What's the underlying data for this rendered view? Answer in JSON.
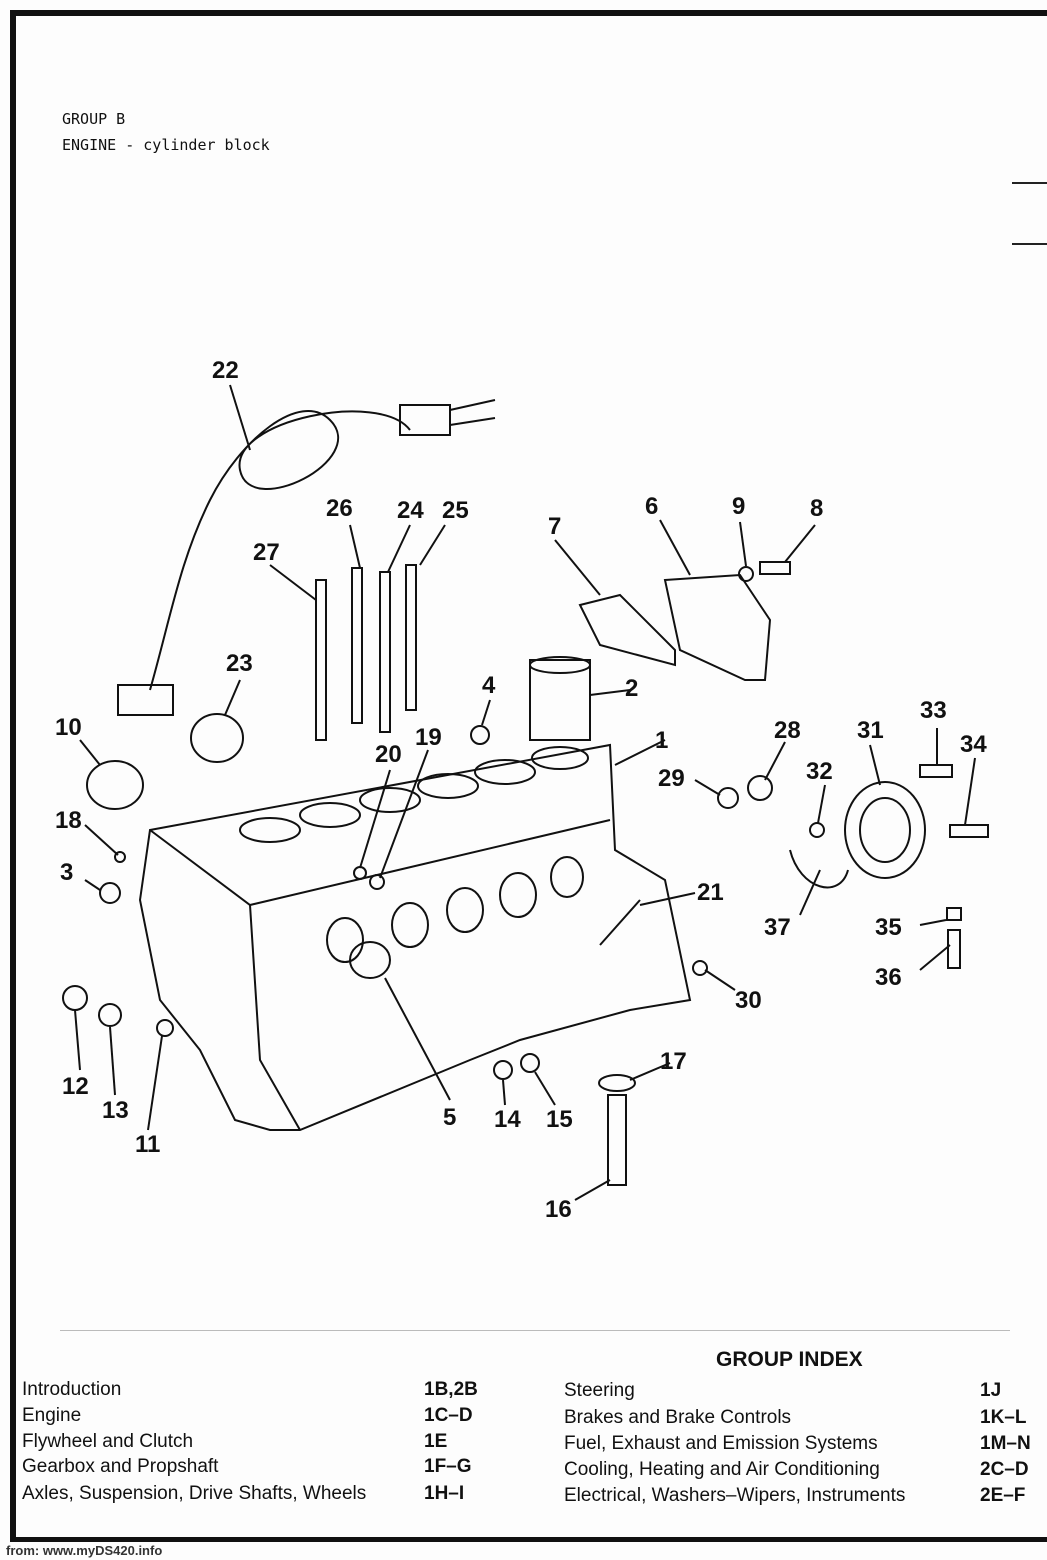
{
  "header": {
    "group": "GROUP B",
    "subtitle": "ENGINE - cylinder block"
  },
  "callouts": [
    "1",
    "2",
    "3",
    "4",
    "5",
    "6",
    "7",
    "8",
    "9",
    "10",
    "11",
    "12",
    "13",
    "14",
    "15",
    "16",
    "17",
    "18",
    "19",
    "20",
    "21",
    "22",
    "23",
    "24",
    "25",
    "26",
    "27",
    "28",
    "29",
    "30",
    "31",
    "32",
    "33",
    "34",
    "35",
    "36",
    "37"
  ],
  "group_index": {
    "title": "GROUP INDEX",
    "left": [
      {
        "label": "Introduction",
        "code": "1B,2B"
      },
      {
        "label": "Engine",
        "code": "1C–D"
      },
      {
        "label": "Flywheel and Clutch",
        "code": "1E"
      },
      {
        "label": "Gearbox and Propshaft",
        "code": "1F–G"
      },
      {
        "label": "Axles, Suspension, Drive Shafts, Wheels",
        "code": "1H–I"
      }
    ],
    "right": [
      {
        "label": "Steering",
        "code": "1J"
      },
      {
        "label": "Brakes and Brake Controls",
        "code": "1K–L"
      },
      {
        "label": "Fuel, Exhaust and Emission Systems",
        "code": "1M–N"
      },
      {
        "label": "Cooling, Heating and Air Conditioning",
        "code": "2C–D"
      },
      {
        "label": "Electrical, Washers–Wipers, Instruments",
        "code": "2E–F"
      }
    ]
  },
  "footer": "from: www.myDS420.info"
}
